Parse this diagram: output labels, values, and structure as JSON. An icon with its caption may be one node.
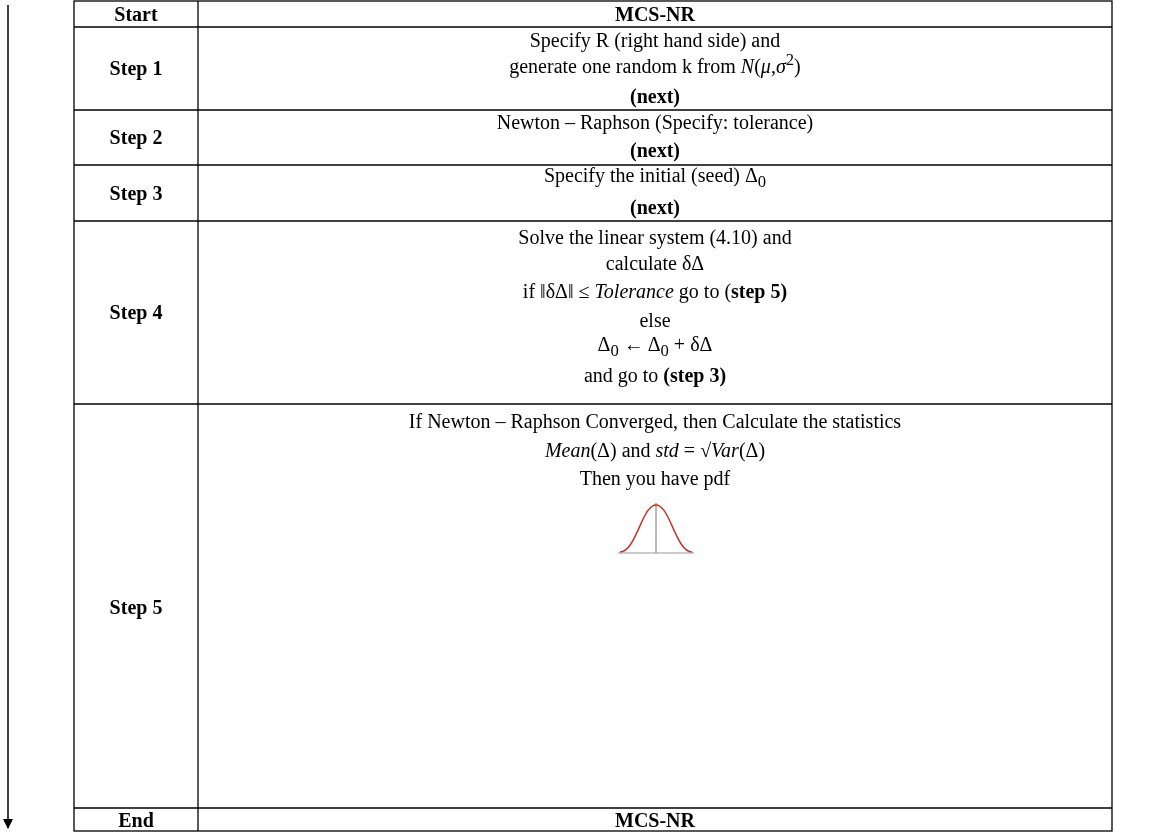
{
  "diagram": {
    "labels": [
      "Start",
      "MCS-NR",
      "Step 1",
      "Specify R (right hand side) and",
      "generate one random k from *N*(*μ*,*σ*$^{2}$)",
      "(next)",
      "Step 2",
      "Newton – Raphson (Specify: tolerance)",
      "(next)",
      "Step 3",
      "Specify the initial (seed) Δ$_{0}$",
      "(next)",
      "Step 4",
      "Solve the linear system (4.10) and",
      "calculate δΔ",
      "if ‖δΔ‖ ≤ *Tolerance* go to (**step 5)**",
      "else",
      "Δ$_{0}$ ← Δ$_{0}$ + δΔ",
      "and go to **(step 3)**",
      "Step 5",
      "If Newton – Raphson Converged, then Calculate the statistics",
      "*Mean*(Δ) and *std* = √*Var*(Δ)",
      "Then you have pdf",
      "End",
      "MCS-NR"
    ]
  }
}
